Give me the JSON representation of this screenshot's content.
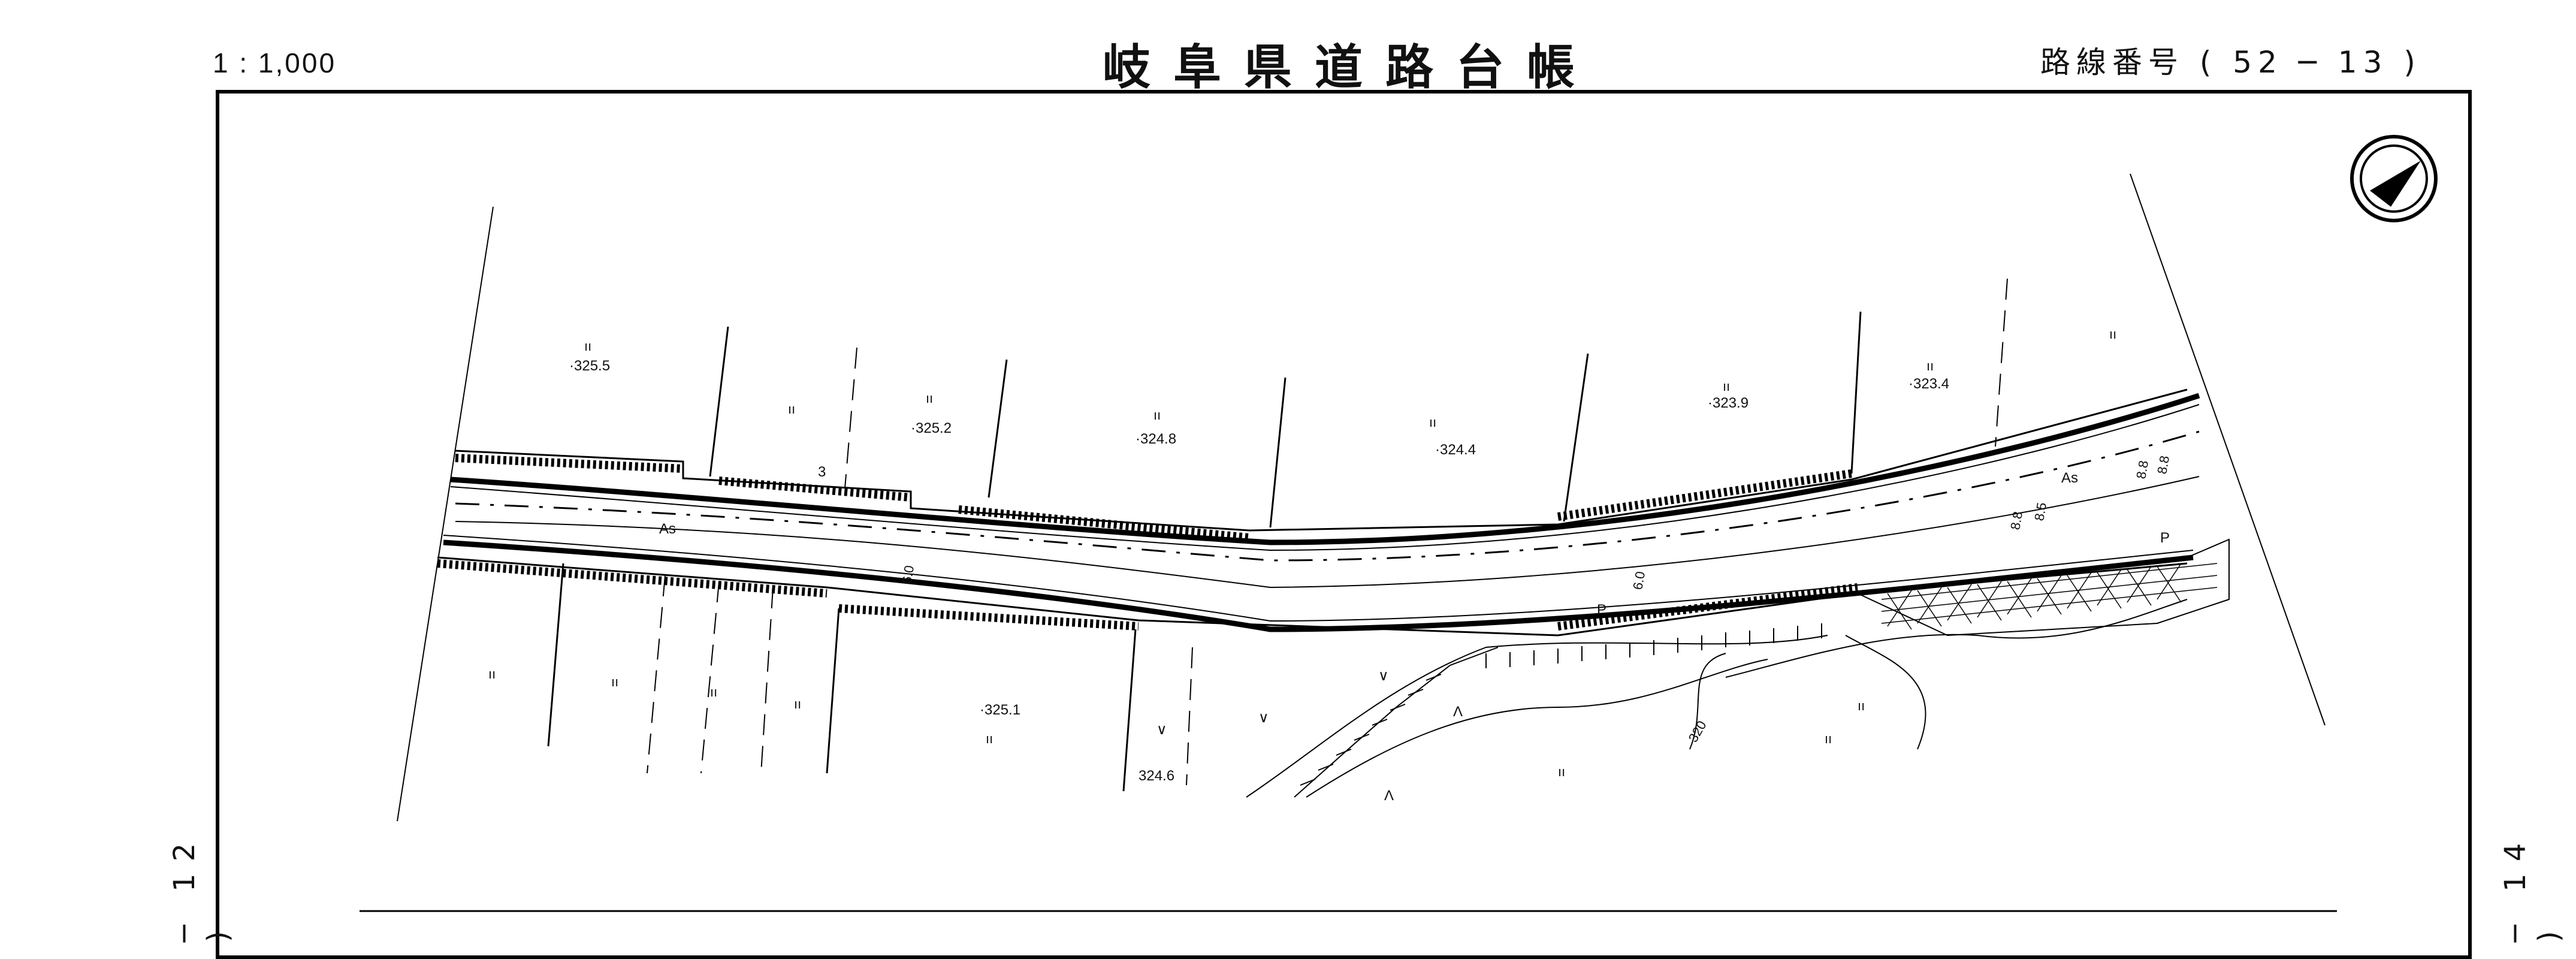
{
  "header": {
    "scale": "1 : 1,000",
    "title": "岐阜県道路台帳",
    "route_number": "路線番号 ( 52 ─ 13 )"
  },
  "side_refs": {
    "left": "─ 12 )",
    "right": "─ 14 )"
  },
  "map": {
    "elevations": [
      "·325.5",
      "·325.2",
      "·324.8",
      "·324.4",
      "·323.9",
      "·323.4",
      "·325.1",
      "324.6"
    ],
    "surface_labels": [
      "As",
      "As"
    ],
    "widths": [
      "6.0",
      "6.0",
      "8.8",
      "8.5",
      "8.8",
      "8.8"
    ],
    "contour_label": "320",
    "point_labels": [
      "P",
      "P"
    ],
    "station_label": "3",
    "land_use_symbols": [
      "ıı",
      "ıı",
      "ıı",
      "ıı",
      "ıı",
      "ıı",
      "ıı",
      "ıı",
      "ıı",
      "ıı",
      "ıı",
      "ıı",
      "ıı",
      "ıı"
    ],
    "field_marks": [
      "∨",
      "∨",
      "∨"
    ],
    "forest_marks": [
      "Λ",
      "Λ"
    ],
    "mountain_marks": [
      "ıı",
      "ıı"
    ],
    "north_arrow_icon": "north-arrow"
  }
}
